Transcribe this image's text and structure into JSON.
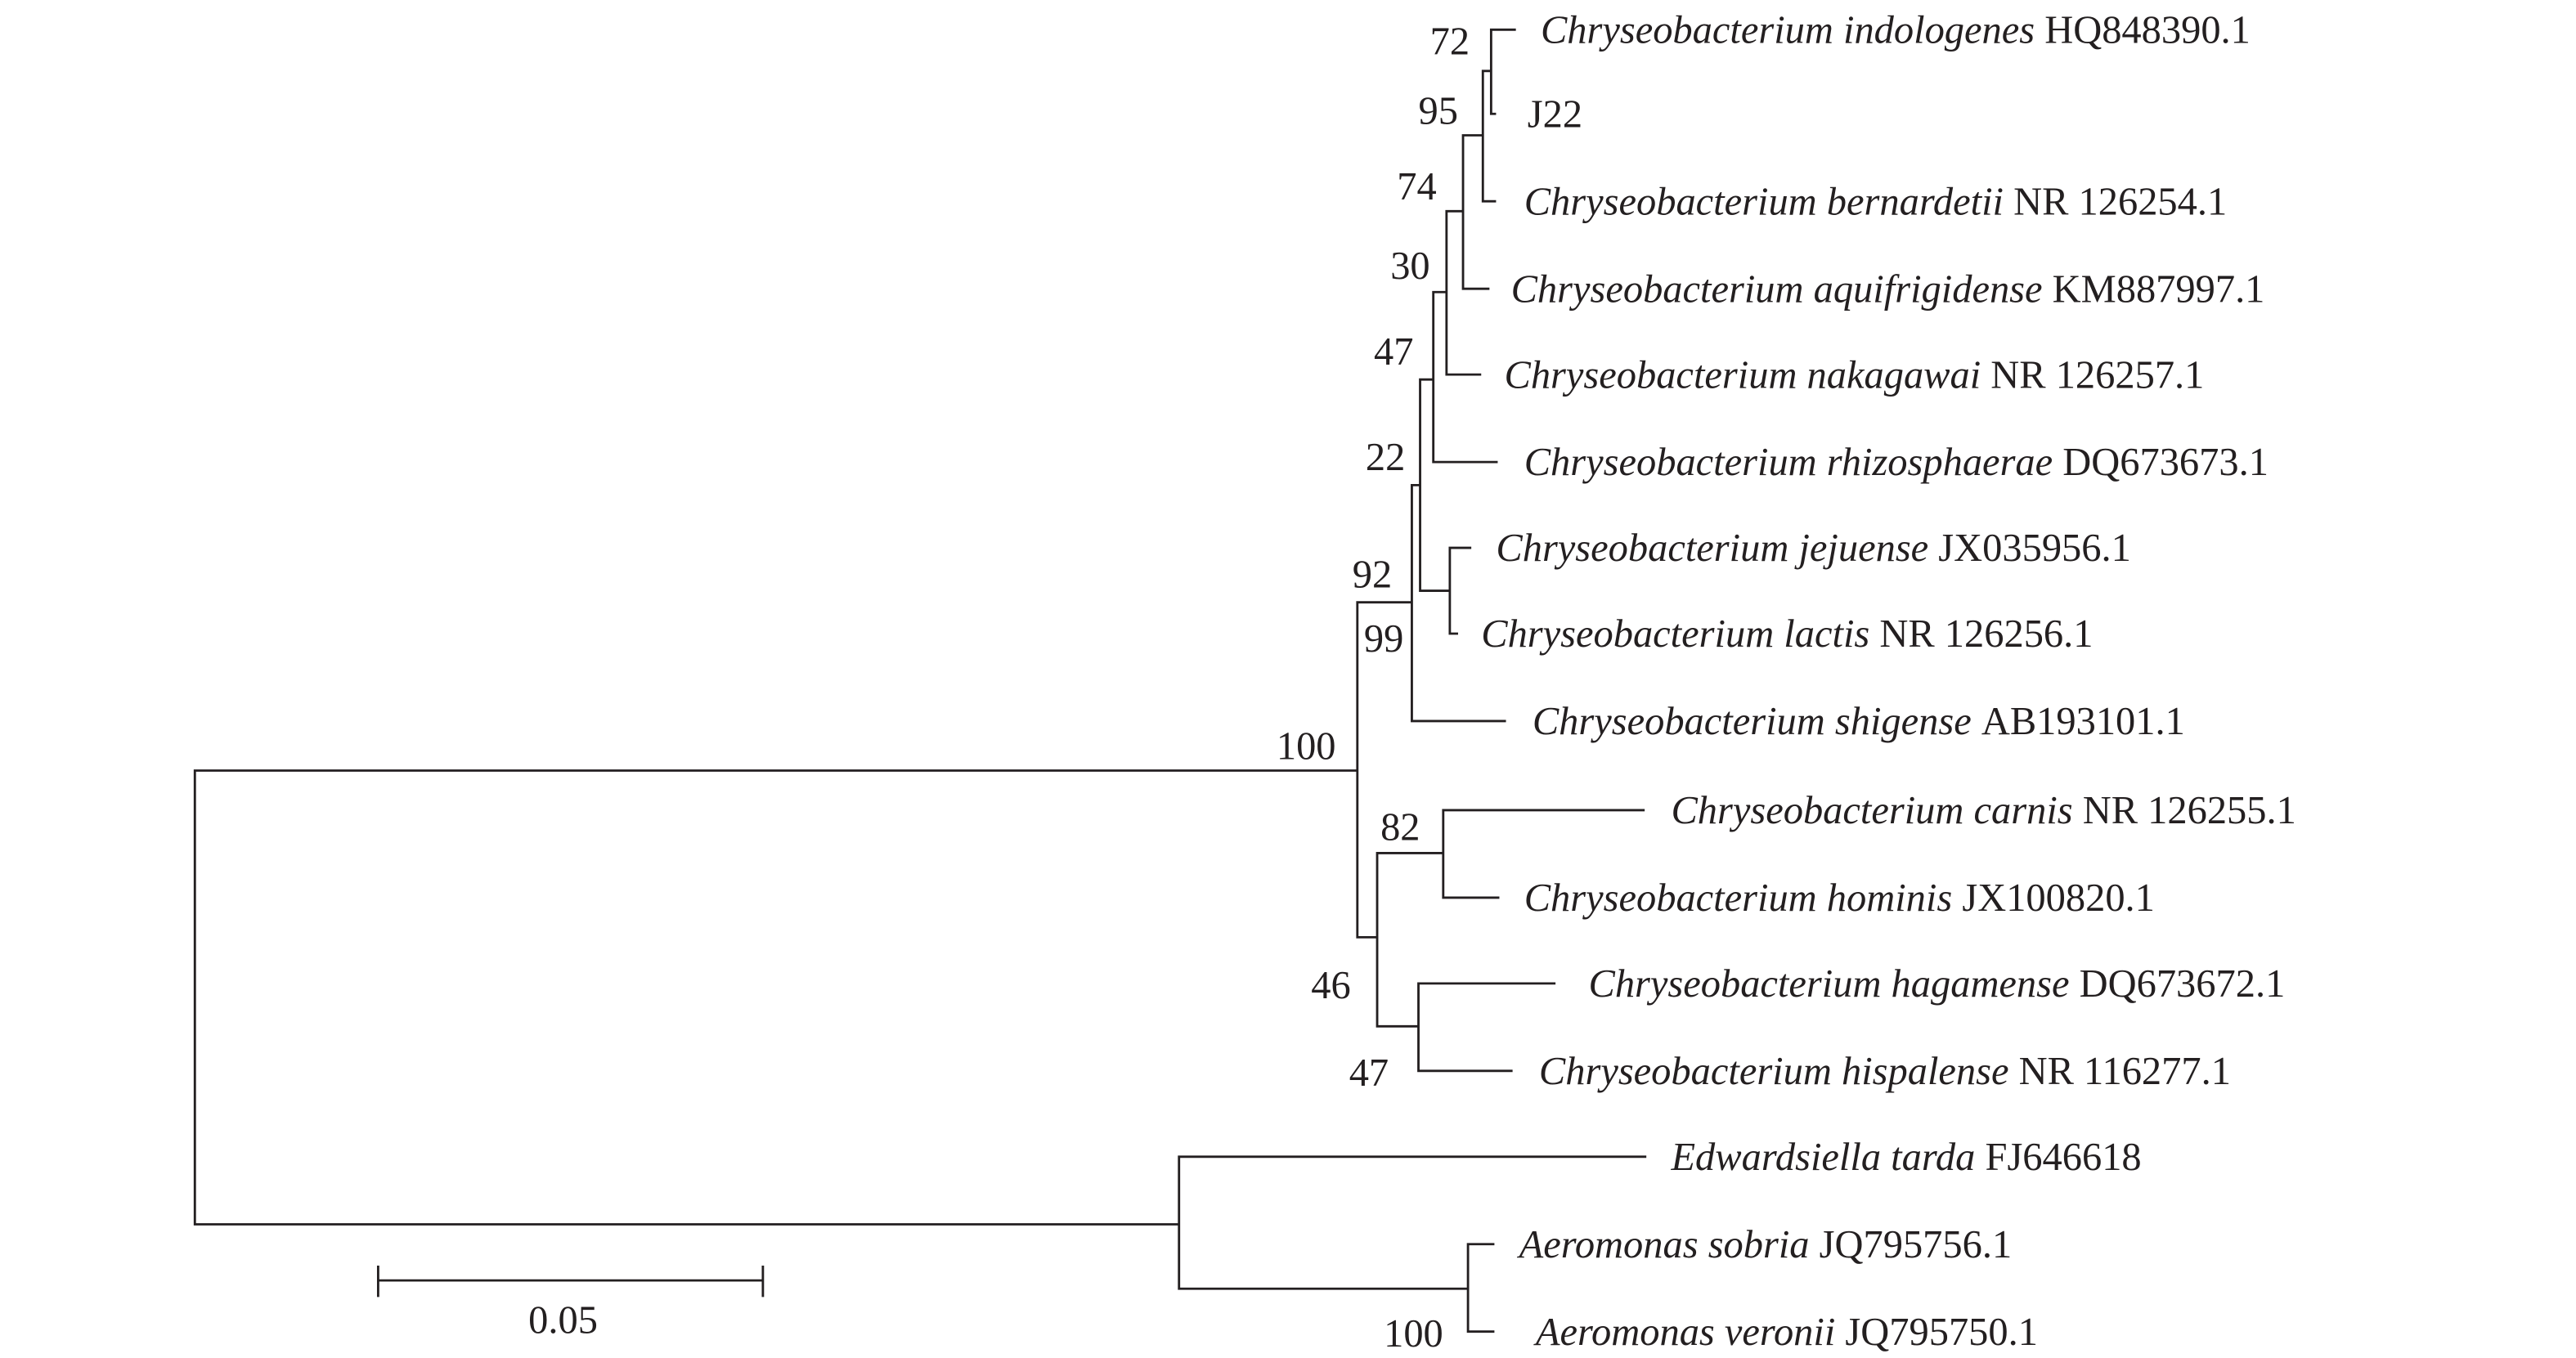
{
  "taxa": [
    {
      "species": "Chryseobacterium indologenes",
      "accession": "HQ848390.1"
    },
    {
      "species": "",
      "accession": "J22"
    },
    {
      "species": "Chryseobacterium bernardetii",
      "accession": "NR 126254.1"
    },
    {
      "species": "Chryseobacterium aquifrigidense",
      "accession": "KM887997.1"
    },
    {
      "species": "Chryseobacterium nakagawai",
      "accession": "NR 126257.1"
    },
    {
      "species": "Chryseobacterium rhizosphaerae",
      "accession": "DQ673673.1"
    },
    {
      "species": "Chryseobacterium jejuense",
      "accession": "JX035956.1"
    },
    {
      "species": "Chryseobacterium lactis",
      "accession": "NR 126256.1"
    },
    {
      "species": "Chryseobacterium shigense",
      "accession": "AB193101.1"
    },
    {
      "species": "Chryseobacterium carnis",
      "accession": "NR 126255.1"
    },
    {
      "species": "Chryseobacterium hominis",
      "accession": "JX100820.1"
    },
    {
      "species": "Chryseobacterium hagamense",
      "accession": "DQ673672.1"
    },
    {
      "species": "Chryseobacterium hispalense",
      "accession": "NR 116277.1"
    },
    {
      "species": "Edwardsiella tarda",
      "accession": "FJ646618"
    },
    {
      "species": "Aeromonas sobria",
      "accession": "JQ795756.1"
    },
    {
      "species": "Aeromonas veronii",
      "accession": "JQ795750.1"
    }
  ],
  "bootstrap": [
    "72",
    "95",
    "74",
    "30",
    "47",
    "22",
    "92",
    "99",
    "100",
    "82",
    "46",
    "47",
    "100"
  ],
  "scale_bar": {
    "label": "0.05",
    "value": 0.05
  }
}
